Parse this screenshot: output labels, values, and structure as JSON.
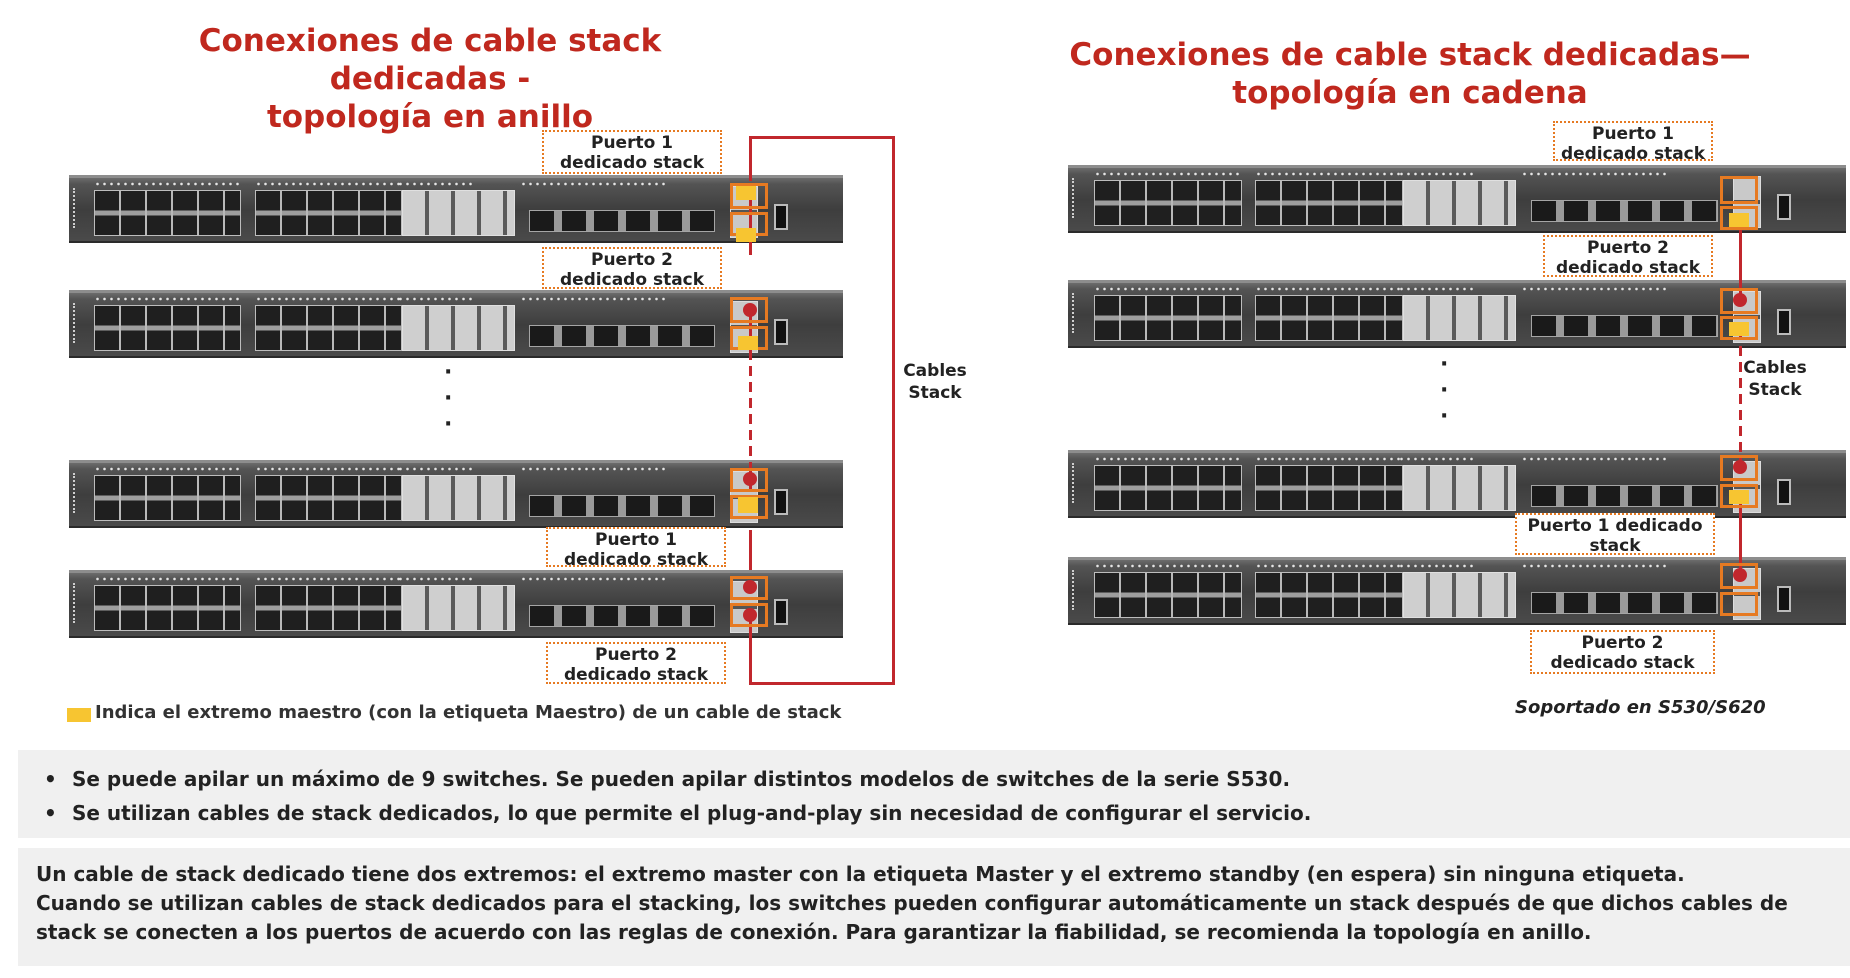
{
  "titles": {
    "left_line1": "Conexiones de cable stack dedicadas -",
    "left_line2": "topología en anillo",
    "right_line1": "Conexiones de cable stack dedicadas—",
    "right_line2": "topología en cadena"
  },
  "callouts": {
    "left_p1_top_l1": "Puerto 1",
    "left_p1_top_l2": "dedicado stack",
    "left_p2_top_l1": "Puerto 2",
    "left_p2_top_l2": "dedicado stack",
    "left_p1_bot_l1": "Puerto 1",
    "left_p1_bot_l2": "dedicado stack",
    "left_p2_bot_l1": "Puerto 2",
    "left_p2_bot_l2": "dedicado stack",
    "right_p1_top_l1": "Puerto 1",
    "right_p1_top_l2": "dedicado stack",
    "right_p2_top_l1": "Puerto 2",
    "right_p2_top_l2": "dedicado stack",
    "right_p1_bot_l1": "Puerto 1 dedicado",
    "right_p1_bot_l2": "stack",
    "right_p2_bot_l1": "Puerto 2",
    "right_p2_bot_l2": "dedicado stack"
  },
  "labels": {
    "cables_l1": "Cables",
    "cables_l2": "Stack",
    "right_cables_l1": "Cables",
    "right_cables_l2": "Stack",
    "dots": "·\n·\n·",
    "legend": "Indica el extremo maestro (con la etiqueta Maestro) de un cable de stack",
    "supported": "Soportado en S530/S620"
  },
  "bullets": [
    "Se puede apilar un máximo de 9 switches. Se pueden apilar distintos modelos de switches de la serie S530.",
    "Se utilizan cables de stack dedicados, lo que permite el plug-and-play sin necesidad de configurar el servicio."
  ],
  "note": [
    "Un cable de stack dedicado tiene dos extremos: el extremo master con la etiqueta Master y el extremo standby (en espera) sin ninguna etiqueta.",
    "Cuando se utilizan cables de stack dedicados para el stacking, los switches pueden configurar automáticamente un stack después de que dichos cables de",
    "stack se conecten a los puertos de acuerdo con las reglas de conexión. Para garantizar la fiabilidad, se recomienda la topología en anillo."
  ],
  "colors": {
    "title": "#c0281e",
    "callout_border": "#e67a22",
    "master_end": "#f7c531",
    "cable": "#c1272d"
  }
}
